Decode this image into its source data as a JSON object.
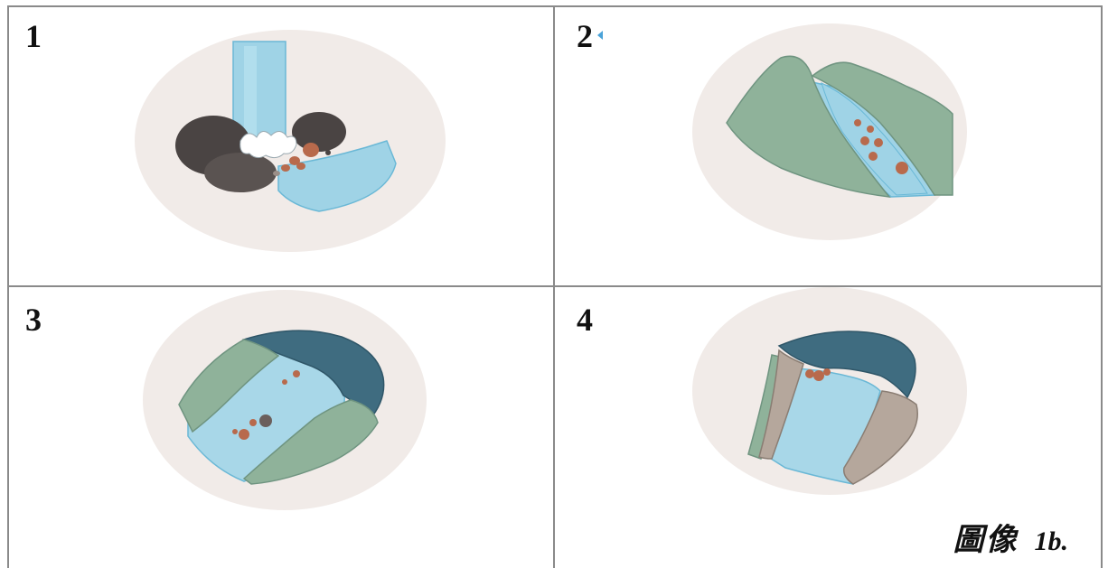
{
  "panels": [
    {
      "number": "1",
      "scene": "waterfall"
    },
    {
      "number": "2",
      "scene": "v-shaped-valley"
    },
    {
      "number": "3",
      "scene": "gorge"
    },
    {
      "number": "4",
      "scene": "canyon"
    }
  ],
  "caption": {
    "prefix": "圖像",
    "label": "1b."
  },
  "colors": {
    "oval": "#f1ebe8",
    "water": "#9fd3e6",
    "water_dark": "#6ab8d6",
    "hill": "#8fb29a",
    "deep": "#3f6c80",
    "rock": "#4a4443",
    "pebble": "#b86a4c",
    "earth": "#b5a79c",
    "grid": "#8a8a8a"
  }
}
